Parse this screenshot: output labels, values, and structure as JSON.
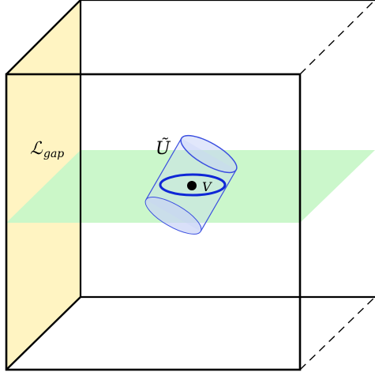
{
  "diagram": {
    "colors": {
      "edge": "#000000",
      "gap_plane_fill": "#fff4c2",
      "slice_plane_fill": "#c8f7c8",
      "cylinder_stroke": "#3b4fe0",
      "cylinder_fill": "#c9d3f7",
      "neighborhood_ring": "#0f27d6",
      "point": "#000000"
    },
    "labels": {
      "gap_plane": {
        "main": "ℒ",
        "subscript": "gap"
      },
      "cylinder": "Ũ",
      "point": "V"
    },
    "styles": {
      "hidden_edges": "dashed",
      "visible_edges": "solid"
    }
  }
}
